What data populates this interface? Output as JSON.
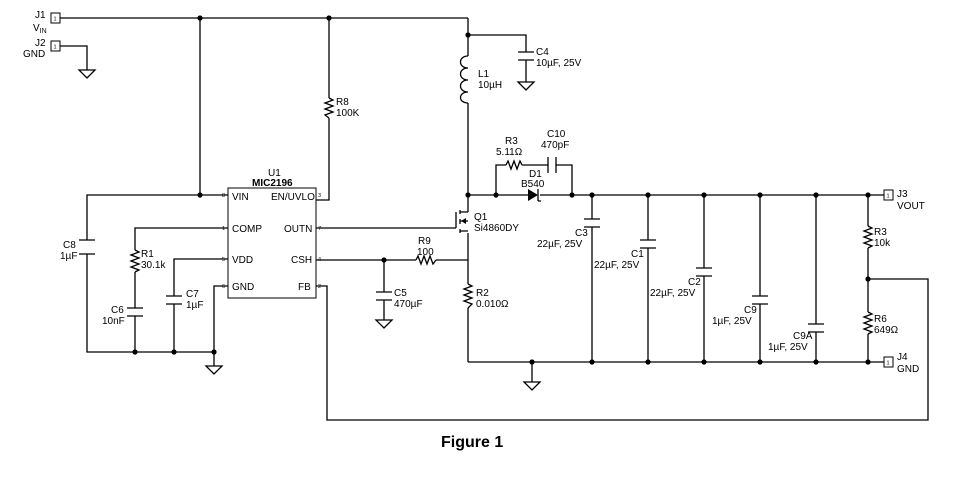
{
  "figure_caption": "Figure 1",
  "connectors": {
    "j1": {
      "ref": "J1",
      "sub_main": "V",
      "sub_small": "IN",
      "pin": "1"
    },
    "j2": {
      "ref": "J2",
      "name": "GND",
      "pin": "1"
    },
    "j3": {
      "ref": "J3",
      "name": "VOUT",
      "pin": "1"
    },
    "j4": {
      "ref": "J4",
      "name": "GND",
      "pin": "1"
    }
  },
  "ic": {
    "ref": "U1",
    "part": "MIC2196",
    "pins": [
      {
        "num": "8",
        "name": "VIN"
      },
      {
        "num": "1",
        "name": "COMP"
      },
      {
        "num": "5",
        "name": "VDD"
      },
      {
        "num": "6",
        "name": "GND"
      },
      {
        "num": "3",
        "name": "EN/UVLO"
      },
      {
        "num": "7",
        "name": "OUTN"
      },
      {
        "num": "4",
        "name": "CSH"
      },
      {
        "num": "2",
        "name": "FB"
      }
    ]
  },
  "components": {
    "c4": {
      "ref": "C4",
      "value": "10µF, 25V"
    },
    "l1": {
      "ref": "L1",
      "value": "10µH"
    },
    "r8": {
      "ref": "R8",
      "value": "100K"
    },
    "r3a": {
      "ref": "R3",
      "value": "5.11Ω"
    },
    "c10": {
      "ref": "C10",
      "value": "470pF"
    },
    "d1": {
      "ref": "D1",
      "value": "B540"
    },
    "q1": {
      "ref": "Q1",
      "value": "Si4860DY"
    },
    "c8": {
      "ref": "C8",
      "value": "1µF"
    },
    "r1": {
      "ref": "R1",
      "value": "30.1k"
    },
    "c6": {
      "ref": "C6",
      "value": "10nF"
    },
    "c7": {
      "ref": "C7",
      "value": "1µF"
    },
    "r9": {
      "ref": "R9",
      "value": "100"
    },
    "c5": {
      "ref": "C5",
      "value": "470µF"
    },
    "r2": {
      "ref": "R2",
      "value": "0.010Ω"
    },
    "c3": {
      "ref": "C3",
      "value": "22µF, 25V"
    },
    "c1": {
      "ref": "C1",
      "value": "22µF, 25V"
    },
    "c2": {
      "ref": "C2",
      "value": "22µF, 25V"
    },
    "c9": {
      "ref": "C9",
      "value": "1µF, 25V"
    },
    "c9a": {
      "ref": "C9A",
      "value": "1µF, 25V"
    },
    "r3b": {
      "ref": "R3",
      "value": "10k"
    },
    "r6": {
      "ref": "R6",
      "value": "649Ω"
    }
  }
}
